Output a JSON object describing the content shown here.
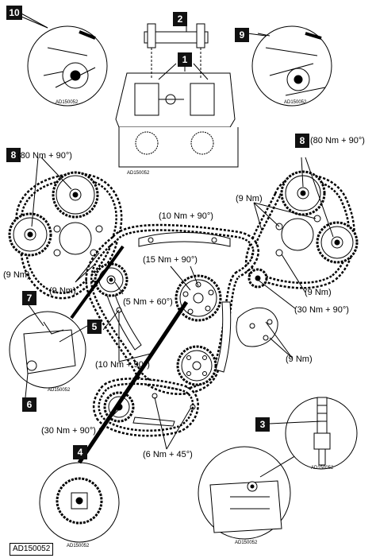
{
  "callouts": {
    "c1": "1",
    "c2": "2",
    "c3": "3",
    "c4": "4",
    "c5": "5",
    "c6": "6",
    "c7": "7",
    "c8_left": "8",
    "c8_right": "8",
    "c9": "9",
    "c10": "10"
  },
  "torques": {
    "t_80_left": "(80 Nm + 90°)",
    "t_80_right": "(80 Nm + 90°)",
    "t_9_upper_right": "(9 Nm)",
    "t_10_90_top": "(10 Nm + 90°)",
    "t_15_90": "(15 Nm + 90°)",
    "t_9_left": "(9 Nm)",
    "t_9_mid_left": "(9 Nm)",
    "t_5_60": "(5 Nm + 60°)",
    "t_9_right": "(9 Nm)",
    "t_30_90_right": "(30 Nm + 90°)",
    "t_10_90_low": "(10 Nm + 90°)",
    "t_9_low_right": "(9 Nm)",
    "t_30_90_left": "(30 Nm + 90°)",
    "t_6_45": "(6 Nm + 45°)"
  },
  "codes": {
    "d10": "AD150052",
    "d1": "AD150052",
    "d9": "AD150052",
    "d7": "AD150052",
    "d3": "AD150052",
    "d4": "AD150052",
    "d_bottom_right": "AD150052"
  },
  "figure_ref": "AD150052"
}
